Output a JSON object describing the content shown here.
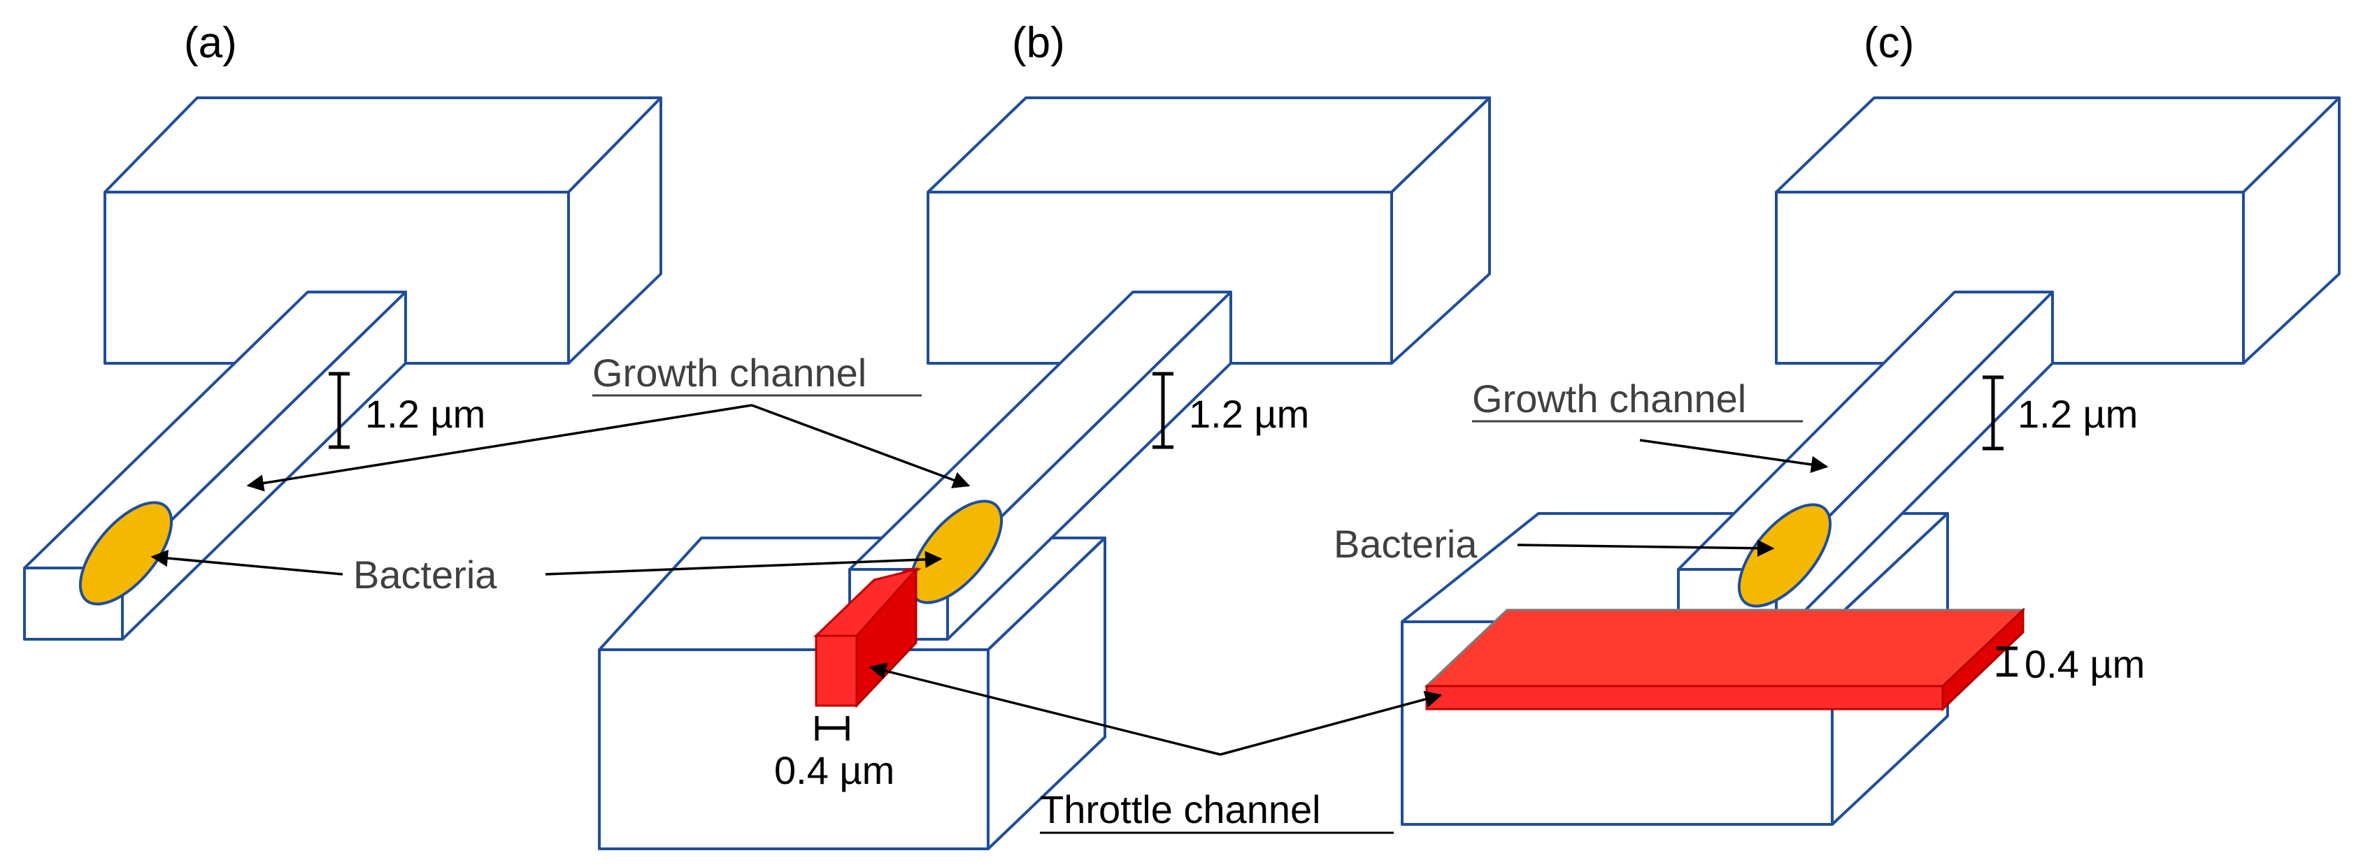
{
  "panels": {
    "a": "(a)",
    "b": "(b)",
    "c": "(c)"
  },
  "labels": {
    "growth_channel_b": "Growth channel",
    "growth_channel_c": "Growth channel",
    "bacteria_a": "Bacteria",
    "bacteria_c": "Bacteria",
    "throttle_channel": "Throttle channel"
  },
  "measurements": {
    "height_a": "1.2 µm",
    "height_b": "1.2 µm",
    "height_c": "1.2 µm",
    "throttle_width_b": "0.4 µm",
    "throttle_height_c": "0.4 µm"
  },
  "colors": {
    "outline": "#1f4e9a",
    "bacteria": "#f5b800",
    "throttle": "#ff2b2b"
  }
}
